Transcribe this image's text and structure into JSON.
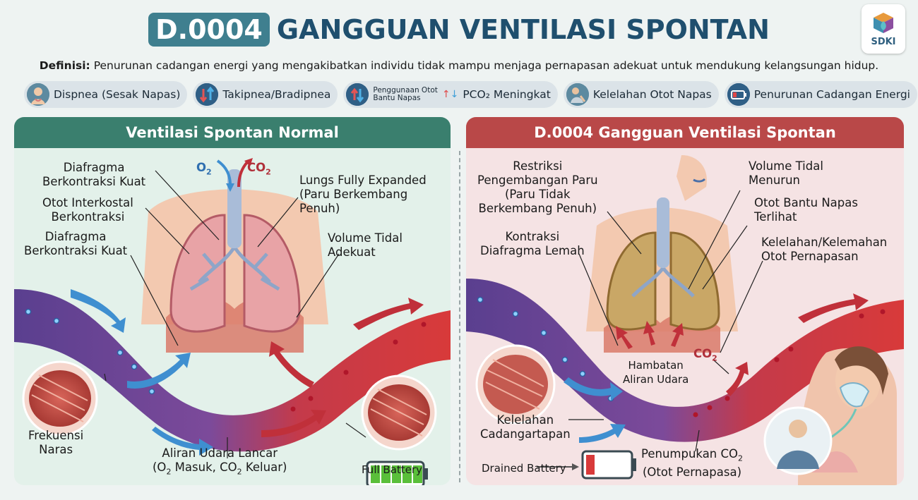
{
  "header": {
    "code": "D.0004",
    "title": "GANGGUAN VENTILASI SPONTAN",
    "logo_text": "SDKI",
    "definition_label": "Definisi:",
    "definition_text": "Penurunan cadangan energi yang mengakibatkan individu tidak mampu menjaga pernapasan adekuat untuk mendukung kelangsungan hidup."
  },
  "signs": [
    {
      "label": "Dispnea (Sesak Napas)",
      "icon": "person-breathing-icon"
    },
    {
      "label": "Takipnea/Bradipnea",
      "icon": "up-down-arrows-icon"
    },
    {
      "label_line1": "Penggunaan Otot",
      "label_line2": "Bantu Napas",
      "label_extra": "PCO₂ Meningkat",
      "icon": "up-arrow-icon"
    },
    {
      "label": "Kelelahan Otot Napas",
      "icon": "tired-person-icon"
    },
    {
      "label": "Penurunan Cadangan Energi",
      "icon": "low-battery-icon"
    }
  ],
  "left_panel": {
    "title": "Ventilasi Spontan Normal",
    "o2": "O",
    "co2": "CO",
    "sub2": "2",
    "labels": {
      "diafragma_top": "Diafragma\nBerkontraksi Kuat",
      "interkostal": "Otot Interkostal\nBerkontraksi",
      "diafragma_bottom": "Diafragma\nBerkontraksi Kuat",
      "lungs_expanded": "Lungs Fully Expanded\n(Paru Berkembang\nPenuh)",
      "volume_tidal": "Volume Tidal\nAdekuat",
      "frekuensi": "Frekuensi\nNaras",
      "aliran_line1": "Aliran Udara Lancar",
      "aliran_line2_a": "(O",
      "aliran_line2_b": " Masuk, CO",
      "aliran_line2_c": " Keluar)",
      "battery": "Full Battery"
    }
  },
  "right_panel": {
    "title": "D.0004 Gangguan Ventilasi Spontan",
    "labels": {
      "restriksi": "Restriksi\nPengembangan Paru\n(Paru Tidak\nBerkembang Penuh)",
      "kontraksi": "Kontraksi\nDiafragma Lemah",
      "volume_tidal": "Volume Tidal\nMenurun",
      "otot_bantu": "Otot Bantu Napas\nTerlihat",
      "kelelahan_otot": "Kelelahan/Kelemahan\nOtot Pernapasan",
      "hambatan": "Hambatan\nAliran Udara",
      "co2": "CO",
      "sub2": "2",
      "kelelahan_cadangan": "Kelelahan\nCadangartapan",
      "drained": "Drained Battery",
      "penumpukan_line1_a": "Penumpukan CO",
      "penumpukan_line2": "(Otot Pernapasa)"
    }
  },
  "colors": {
    "normal_header": "#3a7f6e",
    "impaired_header": "#b94848",
    "title_blue": "#1f4f6e",
    "badge": "#3f7f8f"
  }
}
